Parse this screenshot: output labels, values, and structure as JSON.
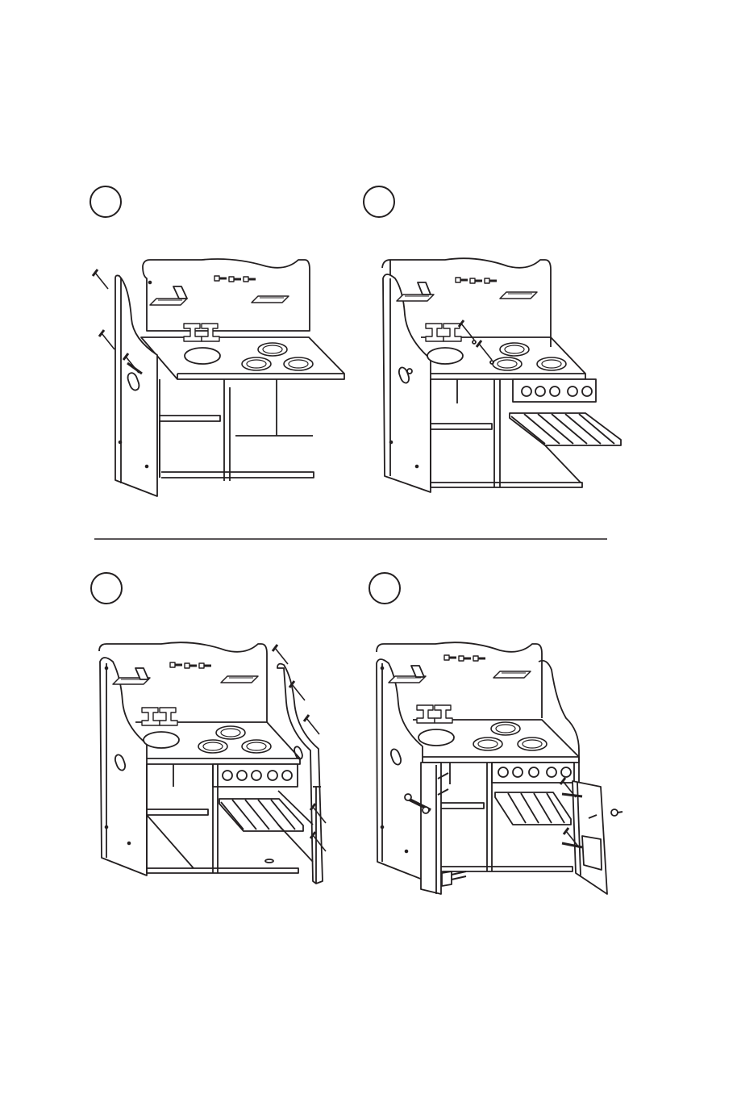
{
  "document": {
    "kind": "assembly-instructions",
    "line_color": "#231f20",
    "background": "#ffffff"
  },
  "steps": [
    {
      "label": "",
      "panel": "attach-left-side-panel"
    },
    {
      "label": "",
      "panel": "attach-stove-front-and-oven-rack"
    },
    {
      "label": "",
      "panel": "attach-right-side-panel"
    },
    {
      "label": "",
      "panel": "attach-doors-and-handles"
    }
  ]
}
